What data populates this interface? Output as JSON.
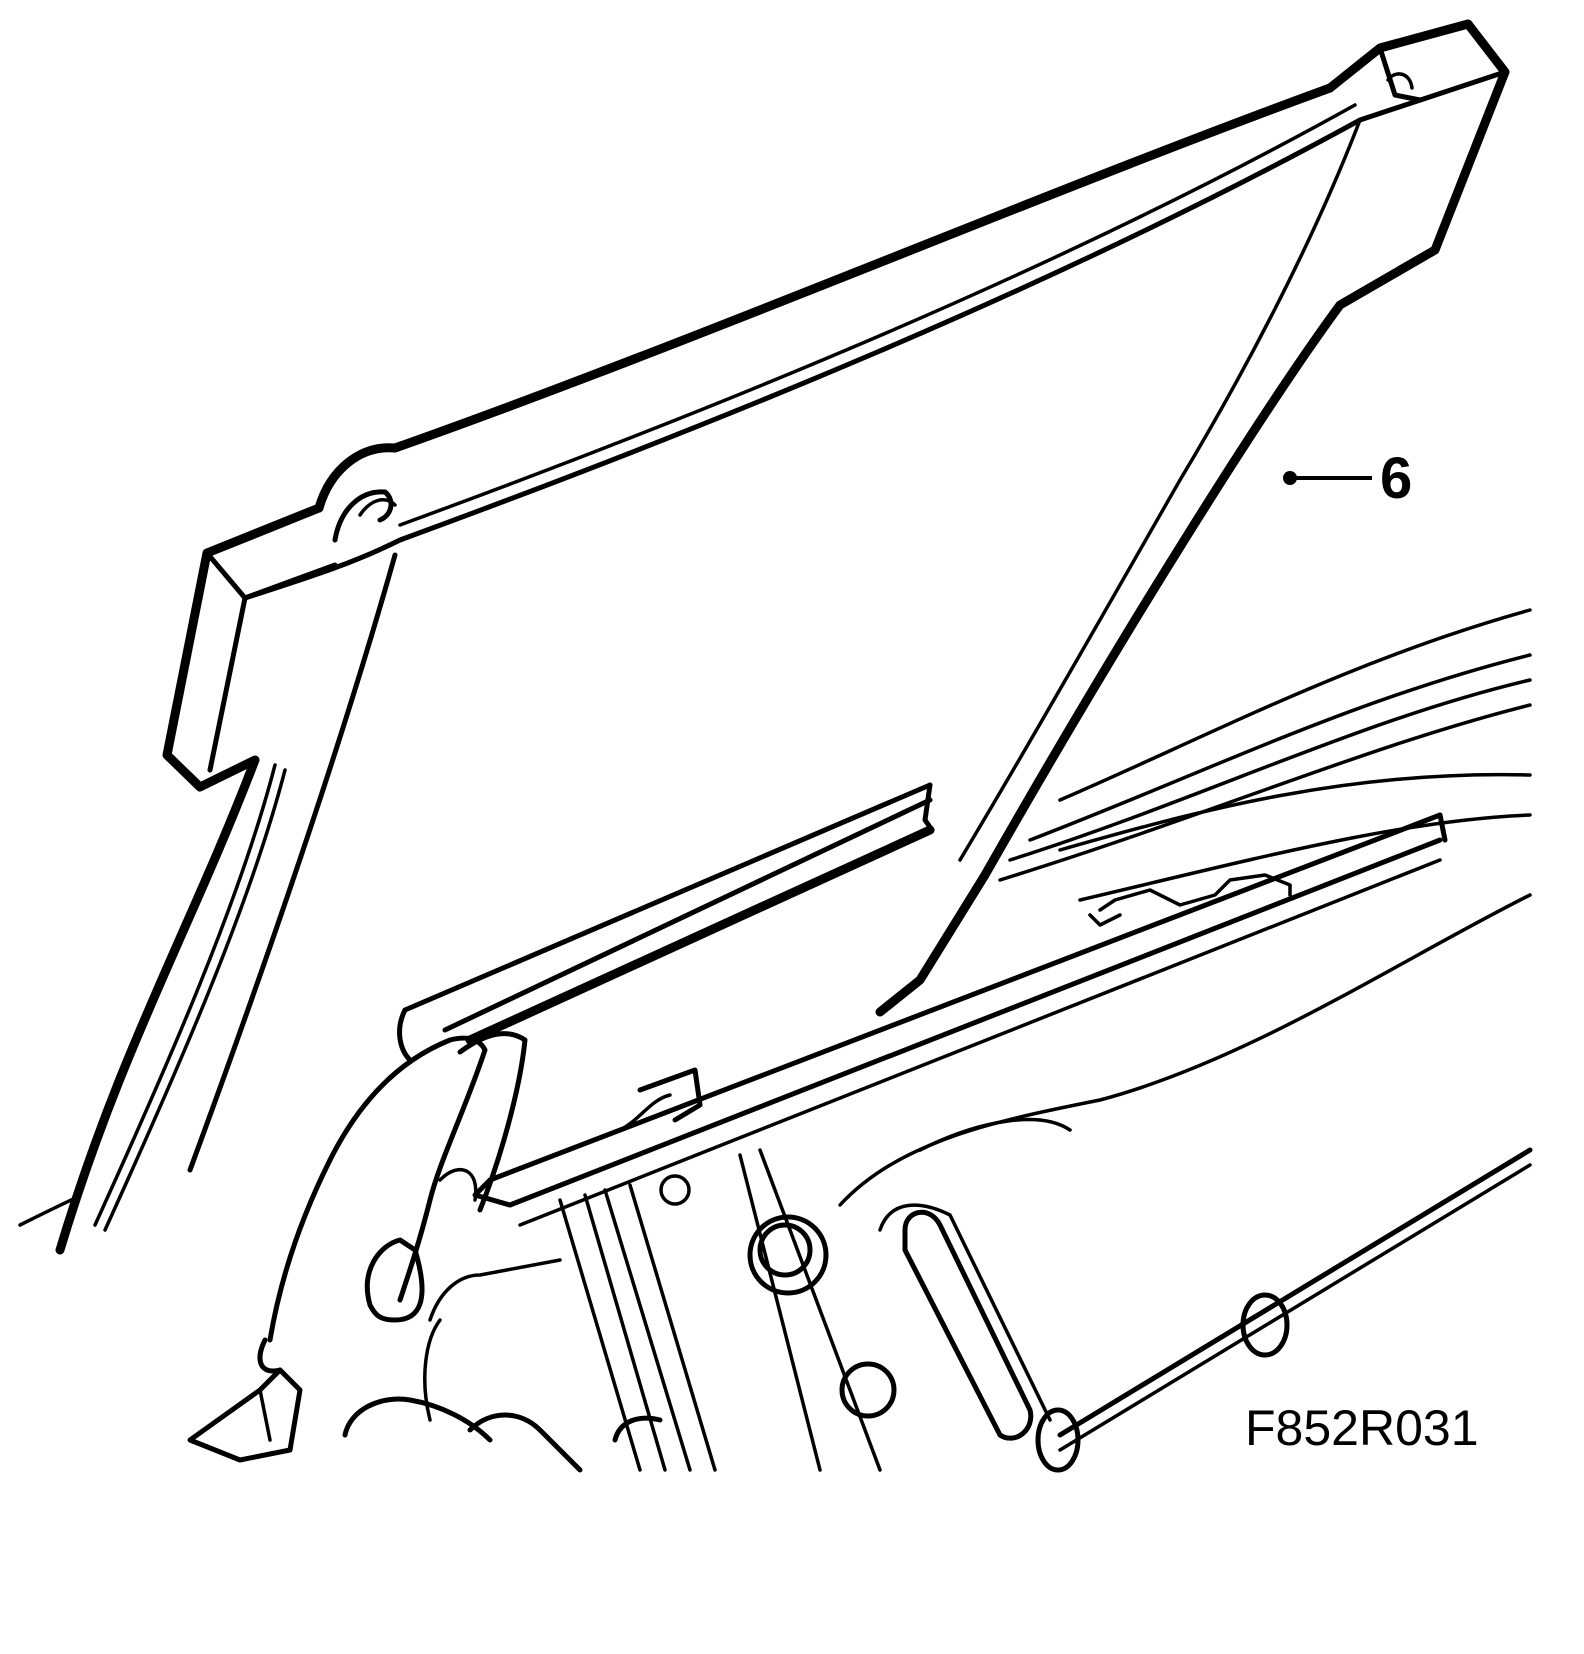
{
  "figure": {
    "callouts": [
      {
        "id": "6",
        "label": "6"
      }
    ],
    "figure_code": "F852R031"
  }
}
